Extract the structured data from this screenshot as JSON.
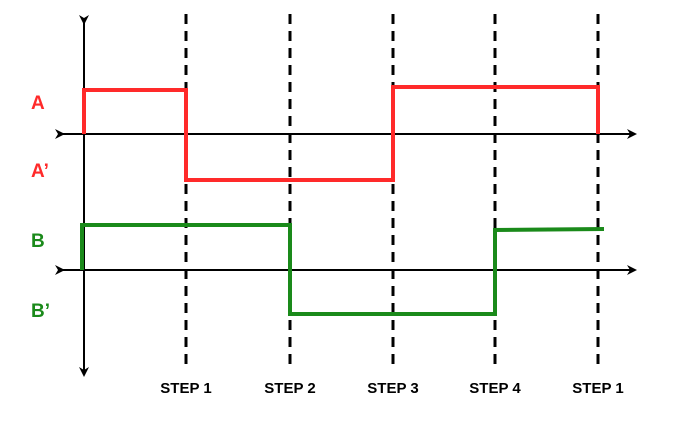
{
  "signals": [
    {
      "id": "a",
      "label_high": "A",
      "label_low": "A’",
      "color": "#ff2a2a",
      "levels": [
        "high",
        "low",
        "low",
        "high",
        "high"
      ]
    },
    {
      "id": "b",
      "label_high": "B",
      "label_low": "B’",
      "color": "#1a8a1a",
      "levels": [
        "high",
        "high",
        "low",
        "low",
        "high"
      ]
    }
  ],
  "steps": [
    "STEP 1",
    "STEP 2",
    "STEP 3",
    "STEP 4",
    "STEP 1"
  ]
}
